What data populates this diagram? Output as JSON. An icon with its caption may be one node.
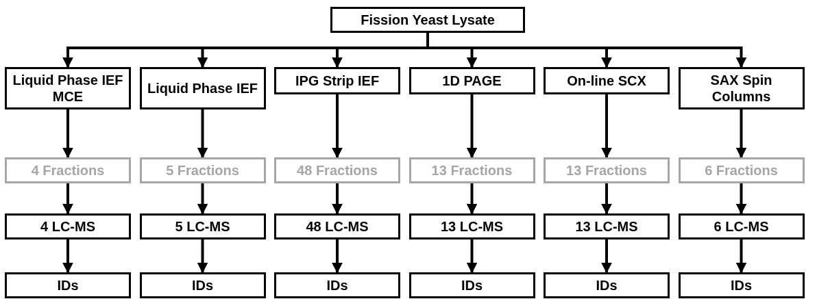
{
  "diagram": {
    "nodes": [
      {
        "text": [
          "Fission Yeast Lysate"
        ]
      },
      {
        "text": [
          "Liquid Phase IEF MCE"
        ]
      },
      {
        "text": [
          "Liquid Phase IEF"
        ]
      },
      {
        "text": [
          "IPG Strip IEF"
        ]
      },
      {
        "text": [
          "1D PAGE"
        ]
      },
      {
        "text": [
          "On-line SCX"
        ]
      },
      {
        "text": [
          "SAX Spin Columns"
        ]
      },
      {
        "text": [
          "4 Fractions"
        ]
      },
      {
        "text": [
          "5 Fractions"
        ]
      },
      {
        "text": [
          "48 Fractions"
        ]
      },
      {
        "text": [
          "13 Fractions"
        ]
      },
      {
        "text": [
          "13 Fractions"
        ]
      },
      {
        "text": [
          "6 Fractions"
        ]
      },
      {
        "text": [
          "4 LC-MS"
        ]
      },
      {
        "text": [
          "5 LC-MS"
        ]
      },
      {
        "text": [
          "48 LC-MS"
        ]
      },
      {
        "text": [
          "13 LC-MS"
        ]
      },
      {
        "text": [
          "13 LC-MS"
        ]
      },
      {
        "text": [
          "6 LC-MS"
        ]
      },
      {
        "text": [
          "IDs"
        ]
      },
      {
        "text": [
          "IDs"
        ]
      },
      {
        "text": [
          "IDs"
        ]
      },
      {
        "text": [
          "IDs"
        ]
      },
      {
        "text": [
          "IDs"
        ]
      },
      {
        "text": [
          "IDs"
        ]
      }
    ],
    "edges": [
      {
        "from": 0,
        "to": 1,
        "arrow": "to"
      },
      {
        "from": 0,
        "to": 2,
        "arrow": "to"
      },
      {
        "from": 0,
        "to": 3,
        "arrow": "to"
      },
      {
        "from": 0,
        "to": 4,
        "arrow": "to"
      },
      {
        "from": 0,
        "to": 5,
        "arrow": "to"
      },
      {
        "from": 0,
        "to": 6,
        "arrow": "to"
      },
      {
        "from": 1,
        "to": 7,
        "arrow": "to"
      },
      {
        "from": 2,
        "to": 8,
        "arrow": "to"
      },
      {
        "from": 3,
        "to": 9,
        "arrow": "to"
      },
      {
        "from": 4,
        "to": 10,
        "arrow": "to"
      },
      {
        "from": 5,
        "to": 11,
        "arrow": "to"
      },
      {
        "from": 6,
        "to": 12,
        "arrow": "to"
      },
      {
        "from": 7,
        "to": 13,
        "arrow": "to"
      },
      {
        "from": 8,
        "to": 14,
        "arrow": "to"
      },
      {
        "from": 9,
        "to": 15,
        "arrow": "to"
      },
      {
        "from": 10,
        "to": 16,
        "arrow": "to"
      },
      {
        "from": 11,
        "to": 17,
        "arrow": "to"
      },
      {
        "from": 12,
        "to": 18,
        "arrow": "to"
      },
      {
        "from": 13,
        "to": 19,
        "arrow": "to"
      },
      {
        "from": 14,
        "to": 20,
        "arrow": "to"
      },
      {
        "from": 15,
        "to": 21,
        "arrow": "to"
      },
      {
        "from": 16,
        "to": 22,
        "arrow": "to"
      },
      {
        "from": 17,
        "to": 23,
        "arrow": "to"
      },
      {
        "from": 18,
        "to": 24,
        "arrow": "to"
      }
    ]
  }
}
